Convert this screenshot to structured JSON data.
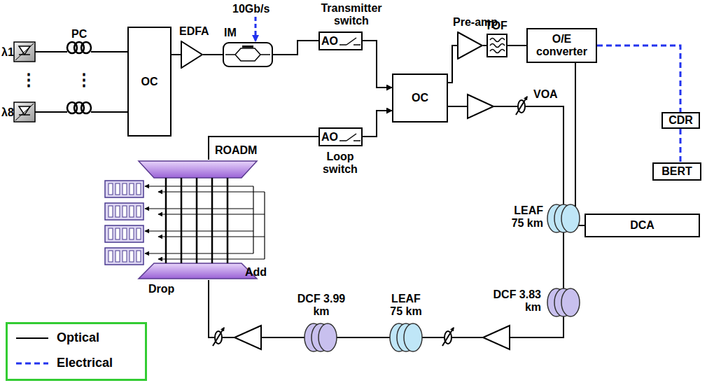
{
  "diagram": {
    "nodes": [
      {
        "text": [
          "OC"
        ]
      },
      {
        "text": [
          "EDFA"
        ]
      },
      {
        "text": [
          "IM"
        ]
      },
      {
        "text": [
          "Transmitter switch",
          "AO"
        ]
      },
      {
        "text": [
          "OC"
        ]
      },
      {
        "text": [
          "AO",
          "Loop switch"
        ]
      },
      {
        "text": [
          "Pre-amp."
        ]
      },
      {
        "text": [
          "TOF"
        ]
      },
      {
        "text": [
          "O/E converter"
        ]
      },
      {
        "text": [
          "CDR"
        ]
      },
      {
        "text": [
          "BERT"
        ]
      },
      {
        "text": [
          "DCA"
        ]
      },
      {
        "text": [
          "ROADM"
        ]
      }
    ],
    "edges": [
      {
        "from": 0,
        "to": 1,
        "arrow": "none"
      },
      {
        "from": 1,
        "to": 2,
        "arrow": "none"
      },
      {
        "from": 2,
        "to": 3,
        "arrow": "none"
      },
      {
        "from": 3,
        "to": 4,
        "arrow": "to"
      },
      {
        "from": 5,
        "to": 4,
        "arrow": "to"
      },
      {
        "from": 4,
        "to": 6,
        "arrow": "none"
      },
      {
        "from": 6,
        "to": 7,
        "arrow": "none"
      },
      {
        "from": 7,
        "to": 8,
        "arrow": "none"
      },
      {
        "from": 8,
        "to": 9,
        "arrow": "none"
      },
      {
        "from": 9,
        "to": 10,
        "arrow": "none"
      },
      {
        "from": 7,
        "to": 11,
        "arrow": "none"
      },
      {
        "from": 4,
        "to": 12,
        "arrow": "none"
      },
      {
        "from": 12,
        "to": 5,
        "arrow": "none"
      }
    ],
    "labels": [
      "λ1",
      "λ8",
      "PC",
      "⋮",
      "⋮",
      "10Gb/s",
      "VOA",
      "LEAF 75 km",
      "DCF 3.83 km",
      "LEAF 75 km",
      "DCF 3.99 km",
      "Add",
      "Drop"
    ],
    "legend": [
      {
        "text": "Optical"
      },
      {
        "text": "Electrical"
      }
    ]
  }
}
